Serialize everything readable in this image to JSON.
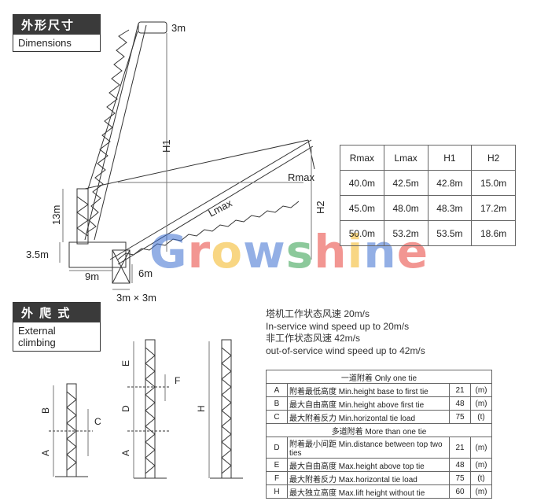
{
  "headers": {
    "dimensions_cn": "外形尺寸",
    "dimensions_en": "Dimensions",
    "climbing_cn": "外 爬 式",
    "climbing_en": "External climbing"
  },
  "drawing_labels": {
    "top_height": "3m",
    "h1": "H1",
    "h2": "H2",
    "rmax": "Rmax",
    "lmax": "Lmax",
    "base_height": "13m",
    "counter_height": "3.5m",
    "counter_width": "9m",
    "base_depth": "6m",
    "base_size": "3m × 3m"
  },
  "brand": "Growshine",
  "brand_colors": [
    "#3b6fd1",
    "#e8413a",
    "#f3b51f",
    "#3b6fd1",
    "#2f9e4a",
    "#e8413a",
    "#f3b51f",
    "#3b6fd1",
    "#e8413a"
  ],
  "dimension_table": {
    "headers": [
      "Rmax",
      "Lmax",
      "H1",
      "H2"
    ],
    "rows": [
      [
        "40.0m",
        "42.5m",
        "42.8m",
        "15.0m"
      ],
      [
        "45.0m",
        "48.0m",
        "48.3m",
        "17.2m"
      ],
      [
        "50.0m",
        "53.2m",
        "53.5m",
        "18.6m"
      ]
    ]
  },
  "climbing_labels": {
    "a": "A",
    "b": "B",
    "c": "C",
    "d": "D",
    "e": "E",
    "f": "F",
    "h": "H"
  },
  "wind": {
    "line1": "塔机工作状态风速 20m/s",
    "line2": "In-service wind speed up to 20m/s",
    "line3": "非工作状态风速 42m/s",
    "line4": "out-of-service wind speed up to 42m/s"
  },
  "tie_table": {
    "section1": "一道附着 Only one tie",
    "section2": "多道附着 More than one tie",
    "rows1": [
      {
        "key": "A",
        "desc": "附着最低高度 Min.height base to first tie",
        "val": "21",
        "unit": "(m)"
      },
      {
        "key": "B",
        "desc": "最大自由高度 Min.height above first tie",
        "val": "48",
        "unit": "(m)"
      },
      {
        "key": "C",
        "desc": "最大附着反力 Min.horizontal tie load",
        "val": "75",
        "unit": "(t)"
      }
    ],
    "rows2": [
      {
        "key": "D",
        "desc": "附着最小间距 Min.distance between top two ties",
        "val": "21",
        "unit": "(m)"
      },
      {
        "key": "E",
        "desc": "最大自由高度 Max.height above top tie",
        "val": "48",
        "unit": "(m)"
      },
      {
        "key": "F",
        "desc": "最大附着反力 Max.horizontal tie load",
        "val": "75",
        "unit": "(t)"
      },
      {
        "key": "H",
        "desc": "最大独立高度 Max.lift height without tie",
        "val": "60",
        "unit": "(m)"
      }
    ]
  }
}
